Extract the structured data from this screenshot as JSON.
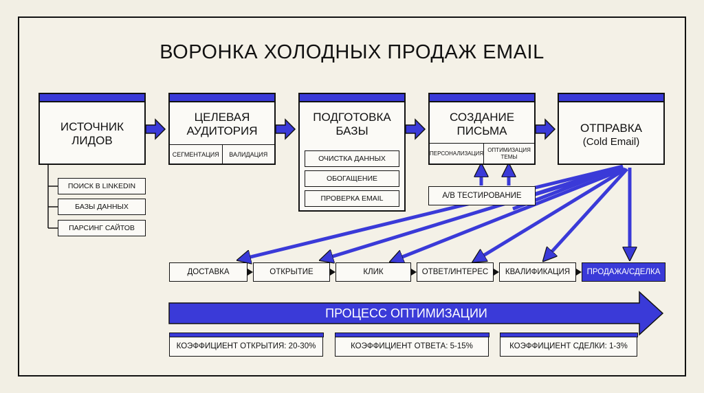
{
  "title": "ВОРОНКА ХОЛОДНЫХ ПРОДАЖ EMAIL",
  "colors": {
    "accent": "#3a3ad8",
    "ink": "#111111",
    "background": "#f2efe4"
  },
  "steps": [
    {
      "label": "ИСТОЧНИК ЛИДОВ"
    },
    {
      "label": "ЦЕЛЕВАЯ АУДИТОРИЯ",
      "sub": [
        "СЕГМЕНТАЦИЯ",
        "ВАЛИДАЦИЯ"
      ]
    },
    {
      "label": "ПОДГОТОВКА БАЗЫ"
    },
    {
      "label": "СОЗДАНИЕ ПИСЬМА",
      "sub": [
        "ПЕРСОНАЛИЗАЦИЯ",
        "ОПТИМИЗАЦИЯ ТЕМЫ"
      ]
    },
    {
      "label": "ОТПРАВКА",
      "label2": "(Cold Email)"
    }
  ],
  "lead_sources": [
    "ПОИСК В LINKEDIN",
    "БАЗЫ ДАННЫХ",
    "ПАРСИНГ САЙТОВ"
  ],
  "prep_items": [
    "ОЧИСТКА ДАННЫХ",
    "ОБОГАЩЕНИЕ",
    "ПРОВЕРКА EMAIL"
  ],
  "ab_test": "A/B ТЕСТИРОВАНИЕ",
  "stages": [
    "ДОСТАВКА",
    "ОТКРЫТИЕ",
    "КЛИК",
    "ОТВЕТ/ИНТЕРЕС",
    "КВАЛИФИКАЦИЯ",
    "ПРОДАЖА/СДЕЛКА"
  ],
  "optimization": "ПРОЦЕСС ОПТИМИЗАЦИИ",
  "kpis": [
    "КОЭФФИЦИЕНТ ОТКРЫТИЯ: 20-30%",
    "КОЭФФИЦИЕНТ ОТВЕТА: 5-15%",
    "КОЭФФИЦИЕНТ СДЕЛКИ: 1-3%"
  ]
}
